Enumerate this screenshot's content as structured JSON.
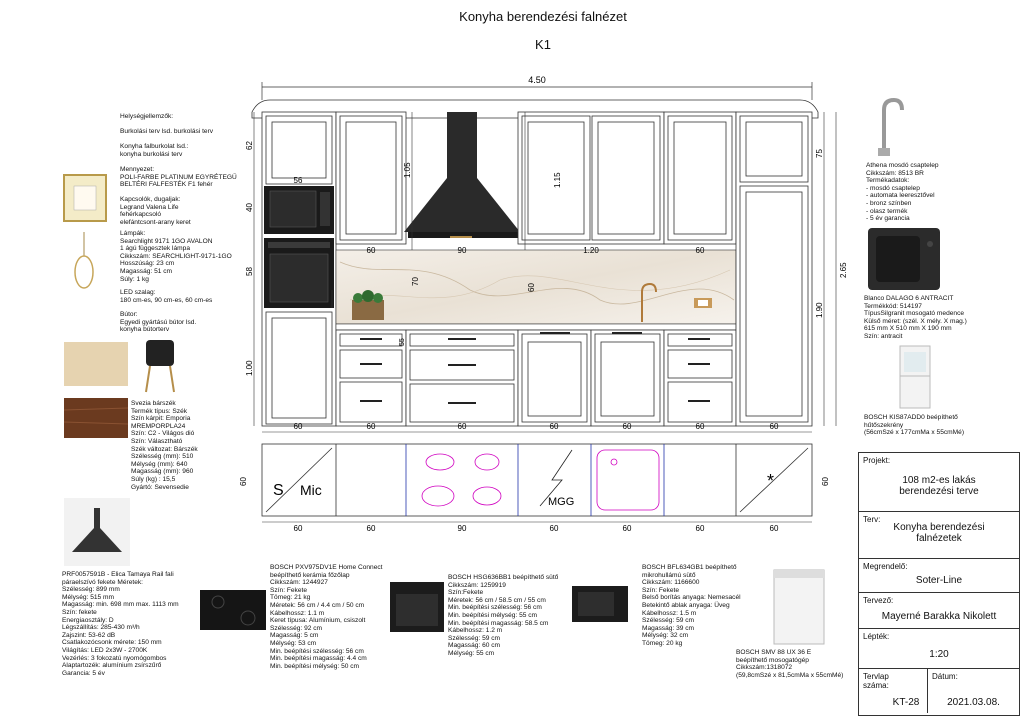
{
  "header": {
    "title": "Konyha berendezési falnézet",
    "view": "K1"
  },
  "dims": {
    "total_width": "4.50",
    "upper_heights": [
      "62",
      "40",
      "58",
      "1.00"
    ],
    "hood_heights": [
      "1.05",
      "1.15",
      "70",
      "60",
      "55"
    ],
    "right_heights": [
      "75",
      "2.65",
      "1.90"
    ],
    "oven_top_width": "56",
    "top_widths": [
      "60",
      "90",
      "1.20",
      "60"
    ],
    "bottom_widths": [
      "60",
      "60",
      "60",
      "60",
      "60",
      "60",
      "60"
    ],
    "plan_depth": "60",
    "plan_widths": [
      "60",
      "60",
      "90",
      "60",
      "60",
      "60",
      "60"
    ]
  },
  "plan_labels": {
    "s": "S",
    "mic": "Mic",
    "mgg": "MGG",
    "star": "*"
  },
  "left_notes": {
    "helyseg": "Helységjellemzők:",
    "burkolasi": "Burkolási terv lsd. burkolási terv",
    "falburkolat": "Konyha falburkolat lsd.:\nkonyha burkolási terv",
    "mennyezet": "Mennyezet:\nPOLI-FARBE PLATINUM EGYRÉTEGŰ\nBELTÉRI FALFESTÉK F1 fehér",
    "kapcsolok": "Kapcsolók, dugaljak:\nLegrand Valena Life\nfehérkapcsoló\nelefántcsont-arany keret",
    "lampak": "Lámpák:\nSearchlight 9171 1GO AVALON\n1 ágú függesztek lámpa\nCikkszám: SEARCHLIGHT-9171-1GO\nHosszúság: 23 cm\nMagasság: 51 cm\nSúly: 1 kg",
    "led": "LED szalag:\n180 cm-es, 90 cm-es, 60 cm-es",
    "butor": "Bútor:\nEgyedi gyártású bútor lsd.\nkonyha bútorterv",
    "barszek": "Svezia bárszék\nTermék típus: Szék\nSzín kárpit: Emporia\nMREMPORPLA24\nSzín: C2 - Világos dió\nSzín: Választható\nSzék változat: Bárszék\nSzélesség (mm): 510\nMélység (mm): 640\nMagasság (mm): 960\nSúly (kg)         : 15,5\nGyártó: Sevensedie",
    "paraelszivo": "PRF0057591B - Elica Tamaya Rail fali\npáraelszívó fekete Méretek:\nSzélesség: 899 mm\nMélység: 515 mm\nMagasság: min. 698 mm max. 1113 mm\nSzín: fekete\nEnergiaosztály: D\nLégszállítás: 285-430 m³/h\nZajszint: 53-62 dB\nCsatlakozócsonk mérete: 150 mm\nVilágítás: LED 2x3W - 2700K\nVezérlés: 3 fokozatú nyomógombos\nAlaptartozék: alumínium zsírszűrő\nGarancia: 5 év"
  },
  "right_notes": {
    "csaptelep": "Athena mosdó csaptelep\nCikkszám: 8513 BR\nTermékadatok:\n- mosdó csaptelep\n- automata leeresztővel\n- bronz színben\n- olasz termék\n- 5 év garancia",
    "mosogato": "Blanco DALAGO 6 ANTRACIT\nTermékkód: 514197\nTípusSilgranit mosogató medence\nKülső méret: (szél. X mély. X mag.)\n615 mm X 510 mm X 190 mm\nSzín: antracit",
    "hutoszekreny": "BOSCH KIS87ADD0 beépíthető\nhűtőszekrény\n(56cmSzé x 177cmMa x 55cmMé)"
  },
  "bottom_notes": {
    "fozolap": "BOSCH PXV975DV1E Home Connect\nbeépíthető kerámia főzőlap\nCikkszám: 1244927\nSzín: Fekete\nTömeg: 21 kg\nMéretek: 56 cm / 4.4 cm / 50 cm\nKábelhossz: 1.1 m\nKeret típusa: Alumínium, csiszolt\nSzélesség: 92 cm\nMagasság: 5 cm\nMélység: 53 cm\nMin. beépítési szélesség: 56 cm\nMin. beépítési magasság: 4.4 cm\nMin. beépítési mélység: 50 cm",
    "suto": "BOSCH HSG636BB1 beépíthető sütő\nCikkszám: 1259919\nSzín:Fekete\nMéretek: 56 cm / 58.5 cm / 55 cm\nMin. beépítési szélesség: 56 cm\nMin. beépítési mélység: 55 cm\nMin. beépítési magasság: 58.5 cm\nKábelhossz: 1.2 m\nSzélesség: 59 cm\nMagasság: 60 cm\nMélység: 55 cm",
    "mikro": "BOSCH BFL634GB1 beépíthető\nmikrohullámú sütő\nCikkszám: 1166600\nSzín: Fekete\nBelső borítás anyaga: Nemesacél\nBetekintő ablak anyaga: Üveg\nKábelhossz: 1.5 m\nSzélesség: 59 cm\nMagasság: 39 cm\nMélység: 32 cm\nTömeg: 20 kg",
    "mosogatogep": "BOSCH SMV 88 UX 36 E\nbeépíthető mosogatógép\nCikkszám:1318072\n(59,8cmSzé x 81,5cmMa x 55cmMé)"
  },
  "title_block": {
    "projekt_label": "Projekt:",
    "projekt_value": "108 m2-es lakás\nberendezési terve",
    "terv_label": "Terv:",
    "terv_value": "Konyha berendezési\nfalnézetek",
    "megrendelo_label": "Megrendelő:",
    "megrendelo_value": "Soter-Line",
    "tervezo_label": "Tervező:",
    "tervezo_value": "Mayerné Barakka Nikolett",
    "lepték_label": "Lépték:",
    "lepték_value": "1:20",
    "tervlap_label": "Tervlap\nszáma:",
    "tervlap_value": "KT-28",
    "datum_label": "Dátum:",
    "datum_value": "2021.03.08."
  },
  "colors": {
    "line": "#222222",
    "hob_ring": "#d000c0",
    "marble": "#efe9e1",
    "wood": "#c9a776",
    "black": "#1a1a1a"
  }
}
